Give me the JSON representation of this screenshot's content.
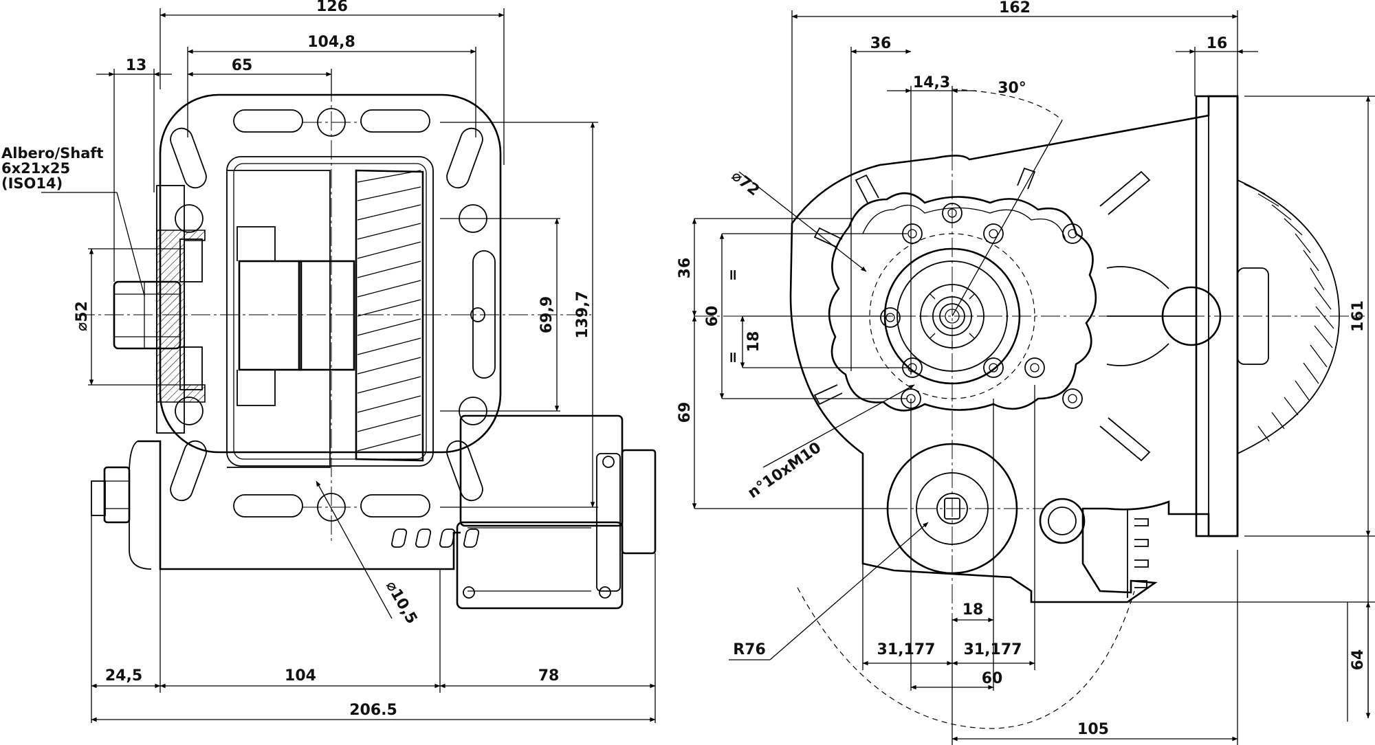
{
  "shaft_label": {
    "line1": "Albero/Shaft",
    "line2": "6x21x25",
    "line3": "(ISO14)"
  },
  "left_view": {
    "dims": {
      "d126": "126",
      "d104_8": "104,8",
      "d13": "13",
      "d65": "65",
      "d52": "⌀52",
      "d69_9": "69,9",
      "d139_7": "139,7",
      "d10_5": "⌀10,5",
      "d24_5": "24,5",
      "d104": "104",
      "d78": "78",
      "d206_5": "206.5"
    }
  },
  "right_view": {
    "dims": {
      "d162": "162",
      "d36_top": "36",
      "d16": "16",
      "d14_3": "14,3",
      "d30deg": "30°",
      "d72": "⌀72",
      "d36_side": "36",
      "d60_side": "60",
      "eq_top": "=",
      "eq_bottom": "=",
      "d18_side": "18",
      "d69": "69",
      "d161": "161",
      "bolts": "n°10xM10",
      "d18_bottom": "18",
      "d31_177_left": "31,177",
      "d31_177_right": "31,177",
      "d60_bottom": "60",
      "r76": "R76",
      "d105": "105",
      "d64": "64"
    }
  }
}
